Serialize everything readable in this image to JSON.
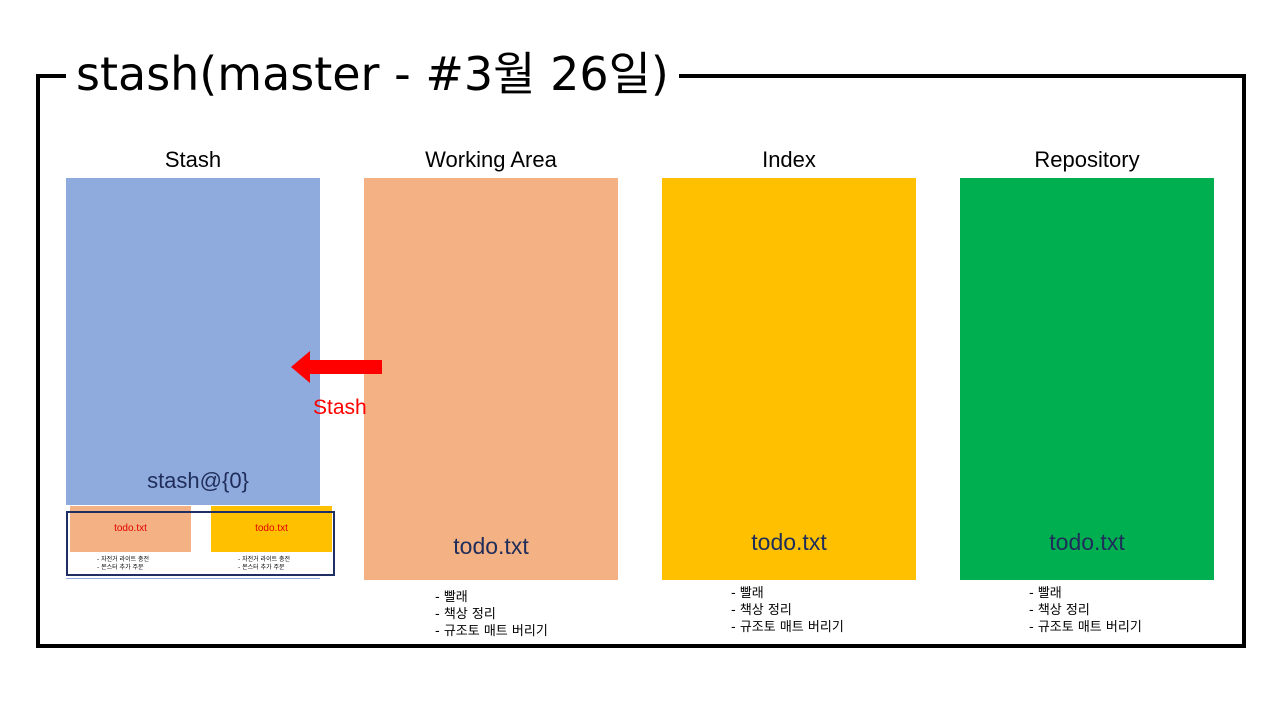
{
  "title": "stash(master - #3월 26일)",
  "columns": [
    {
      "label": "Stash",
      "color": "#8faadc"
    },
    {
      "label": "Working Area",
      "color": "#f4b183",
      "file": "todo.txt"
    },
    {
      "label": "Index",
      "color": "#ffc000",
      "file": "todo.txt"
    },
    {
      "label": "Repository",
      "color": "#00b050",
      "file": "todo.txt"
    }
  ],
  "notes": [
    "빨래",
    "책상 정리",
    "규조토 매트 버리기"
  ],
  "arrow": {
    "label": "Stash",
    "color": "#ff0000"
  },
  "stash_entry": {
    "ref": "stash@{0}",
    "working_file": "todo.txt",
    "index_file": "todo.txt",
    "notes": [
      "자전거 라이트 충전",
      "몬스터 추가 주문"
    ]
  }
}
